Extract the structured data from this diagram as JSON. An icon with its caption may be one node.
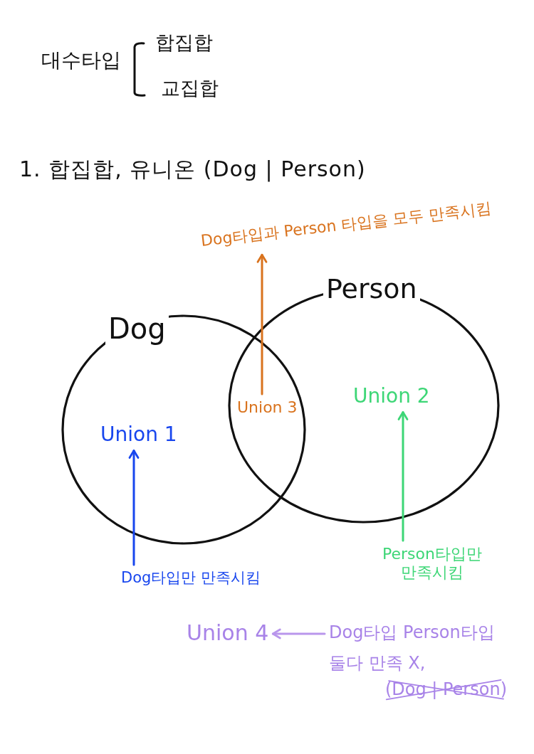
{
  "diagram": {
    "title": "1. 합집합, 유니온 (Dog | Person)",
    "nodes": [
      {
        "text": [
          "Dog타입과 Person 타입을 모두 만족시킴"
        ]
      },
      {
        "text": [
          "Dog"
        ]
      },
      {
        "text": [
          "Person"
        ]
      },
      {
        "text": [
          "Union 1"
        ],
        "in": 1
      },
      {
        "text": [
          "Union 3"
        ]
      },
      {
        "text": [
          "Union 2"
        ],
        "in": 2
      },
      {
        "text": [
          "Dog타입만 만족시킴"
        ]
      },
      {
        "text": [
          "Person타입만 만족시킴"
        ]
      },
      {
        "text": [
          "Union 4"
        ]
      },
      {
        "text": [
          "Dog타입 Person타입 둘다 만족 X,",
          "(Dog | Person)"
        ]
      }
    ],
    "edges": [
      {
        "from": 4,
        "to": 0,
        "arrow": "to",
        "color": "#d9731e"
      },
      {
        "from": 6,
        "to": 3,
        "arrow": "to",
        "color": "#1846ee"
      },
      {
        "from": 7,
        "to": 5,
        "arrow": "to",
        "color": "#3dd676"
      },
      {
        "from": 9,
        "to": 8,
        "arrow": "to",
        "color": "#b996ec"
      }
    ],
    "labels": [
      "대수타입",
      "합집합",
      "교집합"
    ]
  }
}
